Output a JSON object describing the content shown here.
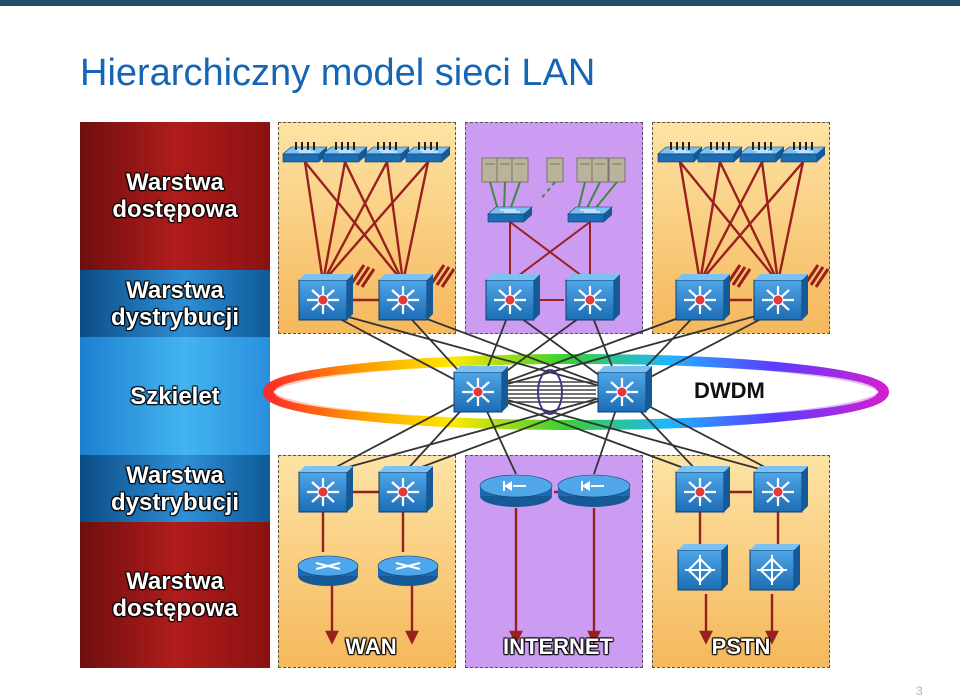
{
  "title": "Hierarchiczny model sieci LAN",
  "page_number": "3",
  "layers": [
    {
      "label": "Warstwa dostępowa"
    },
    {
      "label": "Warstwa dystrybucji"
    },
    {
      "label": "Szkielet"
    },
    {
      "label": "Warstwa dystrybucji"
    },
    {
      "label": "Warstwa dostępowa"
    }
  ],
  "core_label": "DWDM",
  "bottom_labels": {
    "wan": "WAN",
    "internet": "INTERNET",
    "pstn": "PSTN"
  },
  "colors": {
    "title": "#1565b4",
    "access_layer": "#b01c1c",
    "distribution_layer": "#2f8fd6",
    "panel_orange": "#f5b85c",
    "panel_purple": "#cc9cf2",
    "links": "#9a2020"
  }
}
